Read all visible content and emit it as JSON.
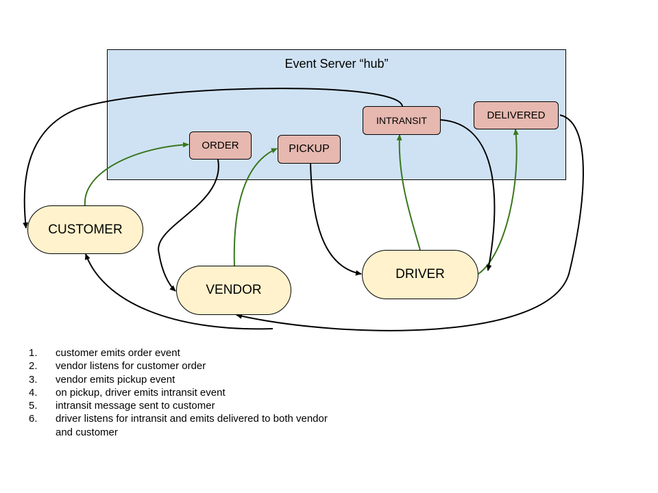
{
  "hub": {
    "title": "Event Server “hub”"
  },
  "events": {
    "order": "ORDER",
    "pickup": "PICKUP",
    "intransit": "INTRANSIT",
    "delivered": "DELIVERED"
  },
  "actors": {
    "customer": "CUSTOMER",
    "vendor": "VENDOR",
    "driver": "DRIVER"
  },
  "steps": [
    {
      "num": "1.",
      "text": "customer emits order event"
    },
    {
      "num": "2.",
      "text": "vendor listens for customer order"
    },
    {
      "num": "3.",
      "text": "vendor emits pickup event"
    },
    {
      "num": "4.",
      "text": "on pickup, driver emits intransit event"
    },
    {
      "num": "5.",
      "text": "intransit message sent to customer"
    },
    {
      "num": "6.",
      "text": "driver listens for intransit and emits delivered to both vendor and customer"
    }
  ],
  "colors": {
    "hub_fill": "#cfe2f3",
    "event_fill": "#e6b8af",
    "actor_fill": "#fff2cc",
    "emit_arrow": "#38761d",
    "listen_arrow": "#000000"
  }
}
